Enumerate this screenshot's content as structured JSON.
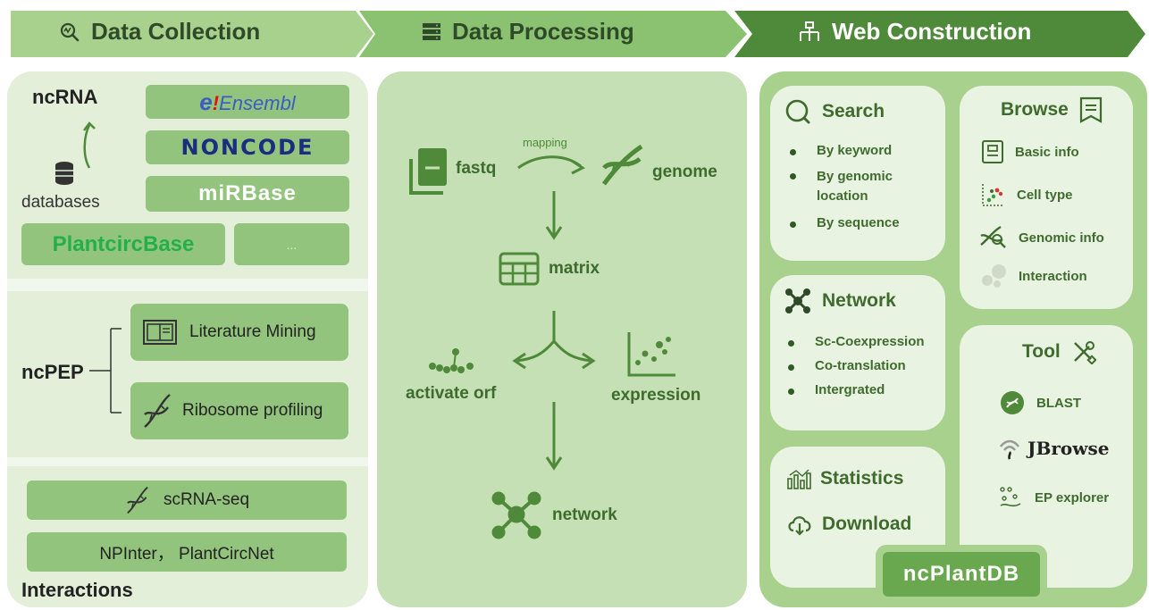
{
  "headers": {
    "collection": "Data Collection",
    "processing": "Data Processing",
    "web": "Web Construction"
  },
  "collection": {
    "ncrna_title": "ncRNA",
    "databases_label": "databases",
    "sources": [
      "Ensembl",
      "NONCODE",
      "miRBase",
      "PlantcircBase",
      "..."
    ],
    "ncpep_title": "ncPEP",
    "ncpep_items": [
      "Literature Mining",
      "Ribosome profiling"
    ],
    "interactions_items": [
      "scRNA-seq",
      "NPInter， PlantCircNet"
    ],
    "interactions_title": "Interactions"
  },
  "processing": {
    "fastq": "fastq",
    "mapping": "mapping",
    "genome": "genome",
    "matrix": "matrix",
    "activate_orf": "activate orf",
    "expression": "expression",
    "network": "network"
  },
  "web": {
    "search": {
      "title": "Search",
      "items": [
        "By keyword",
        "By genomic location",
        "By sequence"
      ]
    },
    "browse": {
      "title": "Browse",
      "items": [
        "Basic info",
        "Cell type",
        "Genomic info",
        "Interaction"
      ]
    },
    "network": {
      "title": "Network",
      "items": [
        "Sc-Coexpression",
        "Co-translation",
        "Intergrated"
      ]
    },
    "tool": {
      "title": "Tool",
      "items": [
        "BLAST",
        "JBrowse",
        "EP explorer"
      ]
    },
    "statistics": "Statistics",
    "download": "Download",
    "brand": "ncPlantDB"
  },
  "colors": {
    "light_green": "#e7f1df",
    "mid_green": "#c5e0b4",
    "dark_green": "#4f8a3a",
    "accent": "#6aa84f"
  }
}
